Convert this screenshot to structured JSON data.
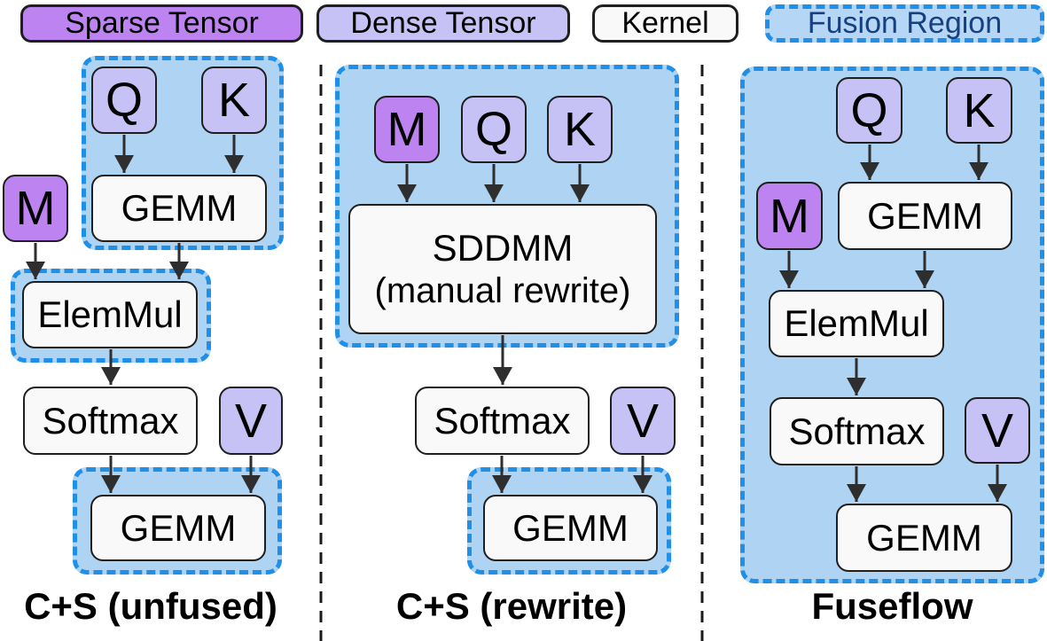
{
  "legend": {
    "sparse": {
      "label": "Sparse Tensor"
    },
    "dense": {
      "label": "Dense Tensor"
    },
    "kernel": {
      "label": "Kernel"
    },
    "fusion": {
      "label": "Fusion Region"
    }
  },
  "colors": {
    "sparse_fill": "#bd83f1",
    "dense_fill": "#c7c2f5",
    "kernel_fill": "#f9f9f9",
    "fusion_fill": "#aed3f3",
    "fusion_border": "#1f8fe8",
    "fusion_legend_text": "#16407f",
    "node_border": "#1f1f1f",
    "arrow": "#2e2e2e",
    "separator": "#1a1a1a"
  },
  "panels": {
    "unfused": {
      "label": "C+S (unfused)",
      "nodes": {
        "q": "Q",
        "k": "K",
        "m": "M",
        "gemm1": "GEMM",
        "elemmul": "ElemMul",
        "softmax": "Softmax",
        "v": "V",
        "gemm2": "GEMM"
      }
    },
    "rewrite": {
      "label": "C+S (rewrite)",
      "nodes": {
        "m": "M",
        "q": "Q",
        "k": "K",
        "sddmm": {
          "line1": "SDDMM",
          "line2": "(manual rewrite)"
        },
        "softmax": "Softmax",
        "v": "V",
        "gemm": "GEMM"
      }
    },
    "fuseflow": {
      "label": "Fuseflow",
      "nodes": {
        "q": "Q",
        "k": "K",
        "m": "M",
        "gemm1": "GEMM",
        "elemmul": "ElemMul",
        "softmax": "Softmax",
        "v": "V",
        "gemm2": "GEMM"
      }
    }
  }
}
